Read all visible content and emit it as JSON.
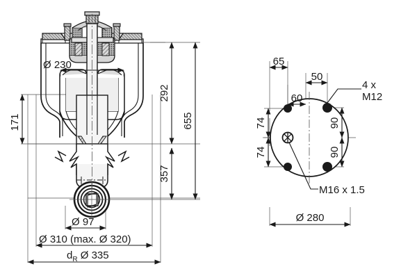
{
  "drawing": {
    "title": "Air spring assembly technical drawing",
    "sheet_width": 600,
    "sheet_height": 400,
    "line_color": "#1a1a1a",
    "fill_light": "#e8e8e8",
    "fill_mid": "#c9c9c9",
    "fill_dark": "#1a1a1a",
    "background": "#ffffff"
  },
  "views": {
    "section_view": {
      "name": "sectional-elevation-view",
      "dimensions": {
        "bellows_outer_dia": "Ø 230",
        "piston_bottom_dia": "Ø 97",
        "plate_dia": "Ø 310 (max. Ø 320)",
        "rolling_dia_prefix": "d",
        "rolling_dia_subscript": "R",
        "rolling_dia_value": "Ø 335",
        "height_compressed": "171",
        "height_mid": "292",
        "height_lower": "357",
        "height_total": "655"
      }
    },
    "plan_view": {
      "name": "bottom-plan-view",
      "dimensions": {
        "offset_65": "65",
        "offset_50": "50",
        "offset_60": "60",
        "offset_74_upper": "74",
        "offset_74_lower": "74",
        "offset_90_upper": "90",
        "offset_90_lower": "90",
        "plate_outer_dia": "Ø 280"
      },
      "callouts": {
        "bolt_count_line1": "4 x",
        "bolt_spec_line2": "M12",
        "air_port_thread": "M16 x 1.5"
      }
    }
  }
}
